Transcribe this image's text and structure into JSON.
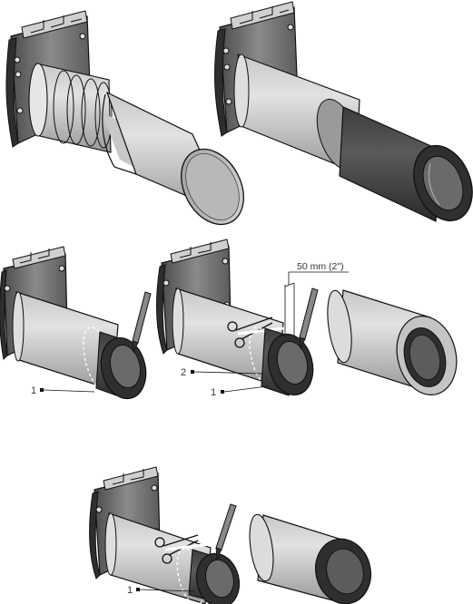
{
  "dimension_label": "50 mm (2\")",
  "callouts": {
    "step3_one": "1",
    "step4_two": "2",
    "step4_one": "1",
    "step5_one": "1"
  },
  "colors": {
    "tube_light": "#d2d2d2",
    "tube_mid": "#b4b4b4",
    "tube_dark": "#4a4a4a",
    "plate": "#6e6e6e",
    "outline": "#111111"
  }
}
